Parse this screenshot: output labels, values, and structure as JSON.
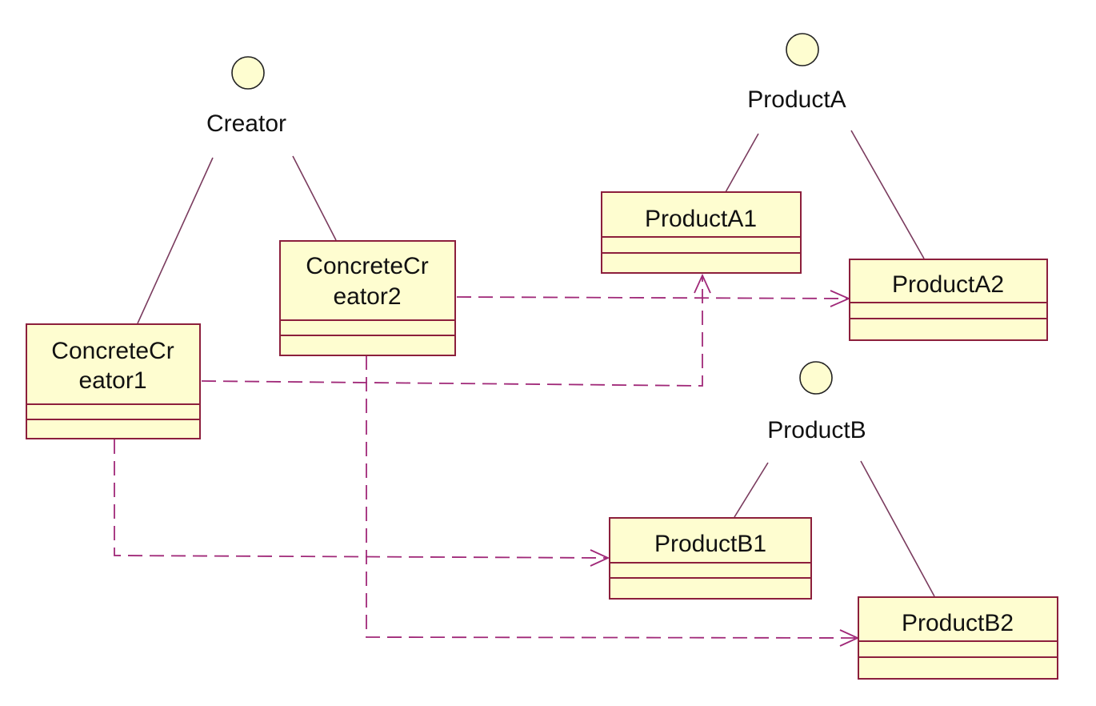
{
  "diagram": {
    "interfaces": [
      {
        "id": "creator",
        "label": "Creator"
      },
      {
        "id": "productA",
        "label": "ProductA"
      },
      {
        "id": "productB",
        "label": "ProductB"
      }
    ],
    "classes": [
      {
        "id": "cc1",
        "lines": [
          "ConcreteCr",
          "eator1"
        ]
      },
      {
        "id": "cc2",
        "lines": [
          "ConcreteCr",
          "eator2"
        ]
      },
      {
        "id": "pa1",
        "lines": [
          "ProductA1"
        ]
      },
      {
        "id": "pa2",
        "lines": [
          "ProductA2"
        ]
      },
      {
        "id": "pb1",
        "lines": [
          "ProductB1"
        ]
      },
      {
        "id": "pb2",
        "lines": [
          "ProductB2"
        ]
      }
    ],
    "realizations": [
      {
        "from": "cc1",
        "to": "creator"
      },
      {
        "from": "cc2",
        "to": "creator"
      },
      {
        "from": "pa1",
        "to": "productA"
      },
      {
        "from": "pa2",
        "to": "productA"
      },
      {
        "from": "pb1",
        "to": "productB"
      },
      {
        "from": "pb2",
        "to": "productB"
      }
    ],
    "dependencies": [
      {
        "from": "cc1",
        "to": "pa1"
      },
      {
        "from": "cc1",
        "to": "pb1"
      },
      {
        "from": "cc2",
        "to": "pa2"
      },
      {
        "from": "cc2",
        "to": "pb2"
      }
    ],
    "colors": {
      "class_fill": "#fefdd0",
      "class_border": "#8c1f3c",
      "dependency_line": "#a02878",
      "realization_line": "#7a3b5e"
    }
  }
}
